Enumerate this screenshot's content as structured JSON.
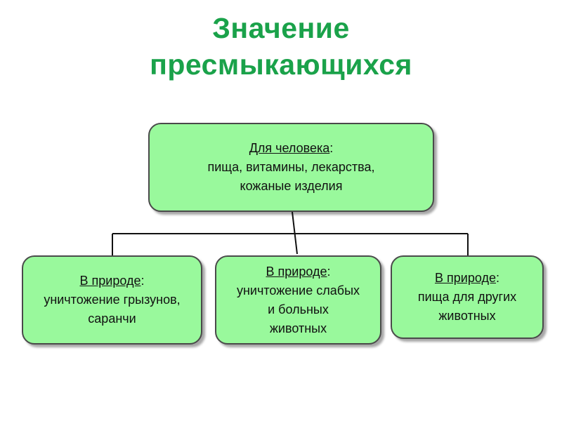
{
  "title": {
    "line1": "Значение",
    "line2": "пресмыкающихся"
  },
  "top_box": {
    "heading": "Для человека",
    "colon": ":",
    "lines": [
      "пища, витамины, лекарства,",
      "кожаные изделия"
    ]
  },
  "branches": [
    {
      "heading": "В природе",
      "colon": ":",
      "lines": [
        "уничтожение грызунов,",
        "саранчи",
        ""
      ]
    },
    {
      "heading": "В природе",
      "colon": ":",
      "lines": [
        "уничтожение слабых",
        "и больных",
        "животных"
      ]
    },
    {
      "heading": "В природе",
      "colon": ":",
      "lines": [
        "пища для других",
        "животных",
        ""
      ]
    }
  ],
  "colors": {
    "title": "#1aa24a",
    "box_fill": "#99f99c",
    "box_border": "#4a4a4a"
  }
}
